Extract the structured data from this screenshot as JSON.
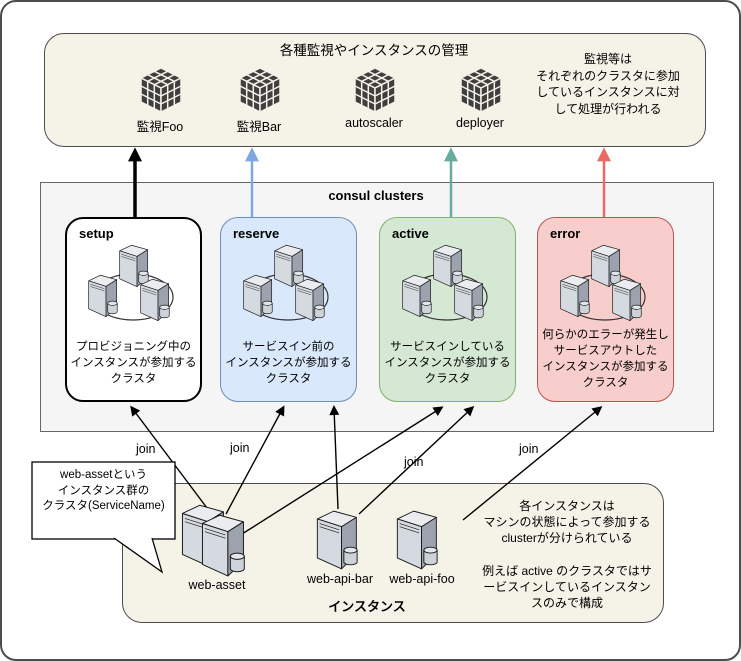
{
  "management": {
    "title": "各種監視やインスタンスの管理",
    "services": [
      {
        "label": "監視Foo",
        "icon": "cube-icon"
      },
      {
        "label": "監視Bar",
        "icon": "cube-icon"
      },
      {
        "label": "autoscaler",
        "icon": "cube-icon"
      },
      {
        "label": "deployer",
        "icon": "cube-icon"
      }
    ],
    "note": "監視等は\nそれぞれのクラスタに参加\nしているインスタンスに対\nして処理が行われる"
  },
  "consul": {
    "title": "consul clusters",
    "clusters": [
      {
        "name": "setup",
        "description": "プロビジョニング中の\nインスタンスが参加する\nクラスタ",
        "fill": "#FFFFFF",
        "border": "#000000",
        "arrow_color": "#000000",
        "icon": "server-cluster-icon"
      },
      {
        "name": "reserve",
        "description": "サービスイン前の\nインスタンスが参加する\nクラスタ",
        "fill": "#DAE8FC",
        "border": "#6C8EBF",
        "arrow_color": "#7EA6E0",
        "icon": "server-cluster-icon"
      },
      {
        "name": "active",
        "description": "サービスインしている\nインスタンスが参加する\nクラスタ",
        "fill": "#D5E8D4",
        "border": "#82B366",
        "arrow_color": "#67AB9F",
        "icon": "server-cluster-icon"
      },
      {
        "name": "error",
        "description": "何らかのエラーが発生し\nサービスアウトした\nインスタンスが参加する\nクラスタ",
        "fill": "#F8CECC",
        "border": "#B85450",
        "arrow_color": "#EA6B66",
        "icon": "server-cluster-icon"
      }
    ]
  },
  "instances": {
    "title": "インスタンス",
    "items": [
      {
        "label": "web-asset",
        "icon": "server-stack-icon"
      },
      {
        "label": "web-api-bar",
        "icon": "server-icon"
      },
      {
        "label": "web-api-foo",
        "icon": "server-icon"
      }
    ],
    "note": "各インスタンスは\nマシンの状態によって参加する\nclusterが分けられている\n\n例えば active のクラスタではサ\nービスインしているインスタン\nスのみで構成"
  },
  "callout": {
    "text": "web-assetという\nインスタンス群の\nクラスタ(ServiceName)"
  },
  "joins": [
    "join",
    "join",
    "join",
    "join"
  ],
  "colors": {
    "cream_box": "#F5F2E8",
    "panel_gray": "#F5F5F5",
    "arrow_black": "#000000",
    "arrow_blue": "#7EA6E0",
    "arrow_teal": "#67AB9F",
    "arrow_red": "#EA6B66",
    "cube_icon": "#3F3F3F"
  }
}
